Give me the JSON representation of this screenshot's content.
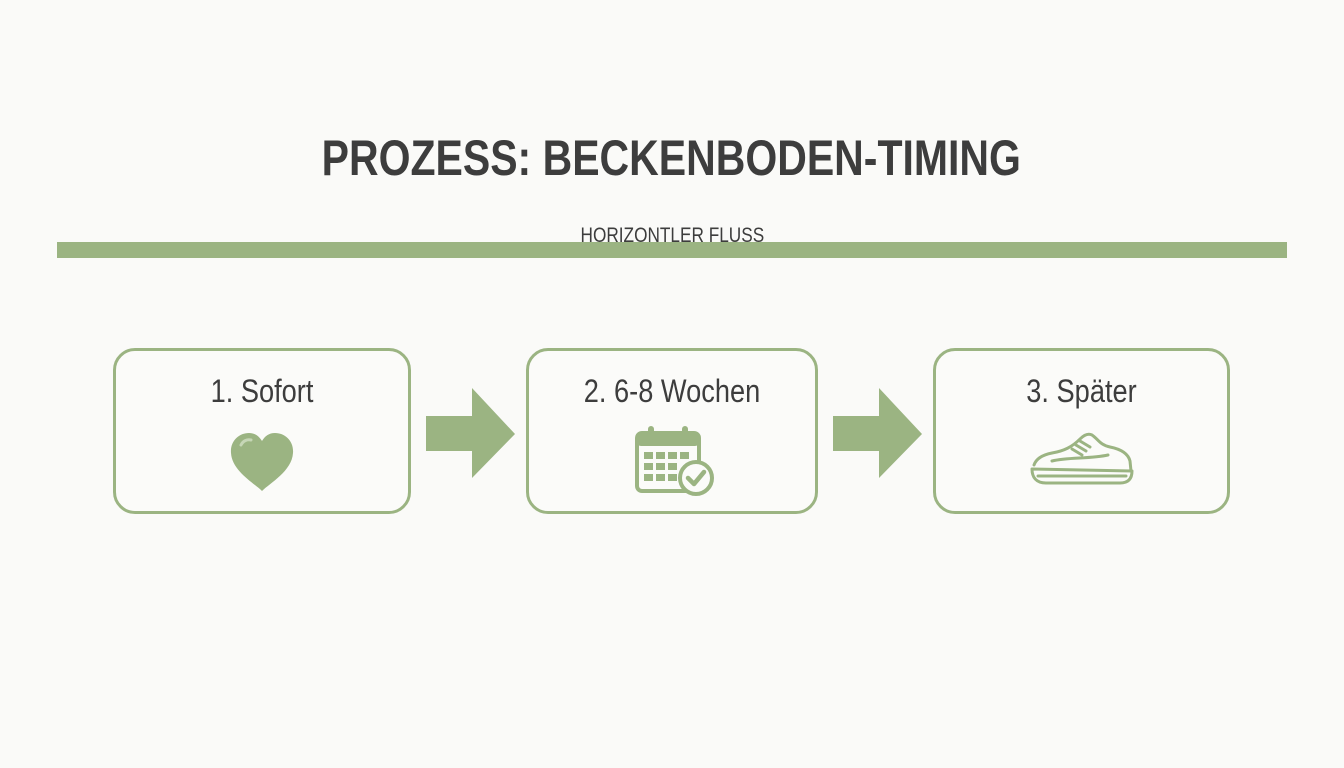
{
  "title": "PROZESS: BECKENBODEN-TIMING",
  "subtitle": "HORIZONTLER FLUSS",
  "colors": {
    "accent": "#9bb482",
    "text": "#3d3d3d",
    "background": "#fafaf8"
  },
  "steps": [
    {
      "label": "1. Sofort",
      "icon": "heart-icon"
    },
    {
      "label": "2. 6-8 Wochen",
      "icon": "calendar-check-icon"
    },
    {
      "label": "3. Später",
      "icon": "sneaker-icon"
    }
  ]
}
